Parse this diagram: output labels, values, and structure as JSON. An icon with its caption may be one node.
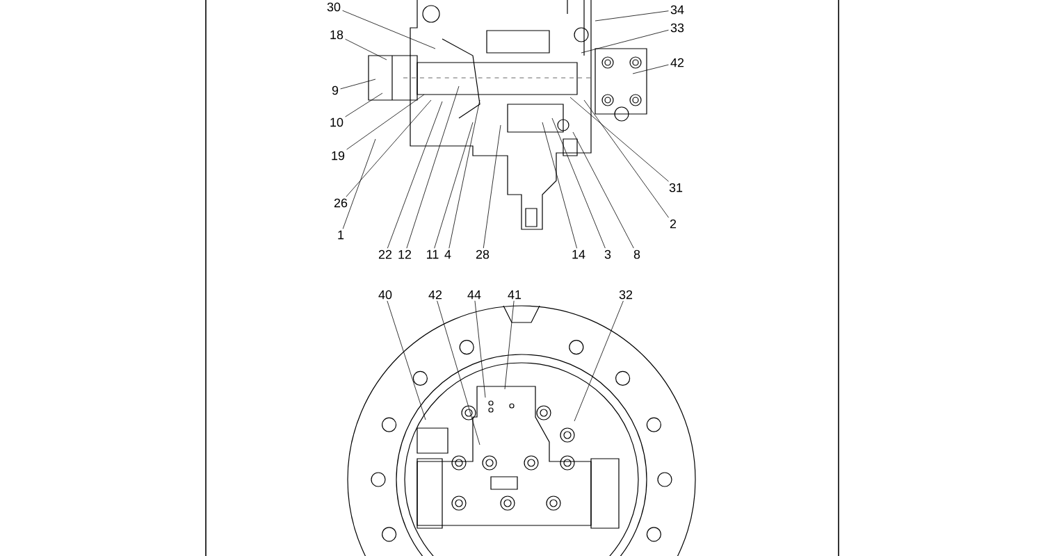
{
  "diagram": {
    "nodes": [
      {
        "text": [
          "30"
        ]
      },
      {
        "text": [
          "18"
        ]
      },
      {
        "text": [
          "9"
        ]
      },
      {
        "text": [
          "10"
        ]
      },
      {
        "text": [
          "19"
        ]
      },
      {
        "text": [
          "26"
        ]
      },
      {
        "text": [
          "1"
        ]
      },
      {
        "text": [
          "22"
        ]
      },
      {
        "text": [
          "12"
        ]
      },
      {
        "text": [
          "11"
        ]
      },
      {
        "text": [
          "4"
        ]
      },
      {
        "text": [
          "28"
        ]
      },
      {
        "text": [
          "14"
        ]
      },
      {
        "text": [
          "3"
        ]
      },
      {
        "text": [
          "8"
        ]
      },
      {
        "text": [
          "2"
        ]
      },
      {
        "text": [
          "31"
        ]
      },
      {
        "text": [
          "42"
        ]
      },
      {
        "text": [
          "33"
        ]
      },
      {
        "text": [
          "34"
        ]
      },
      {
        "text": [
          "40"
        ]
      },
      {
        "text": [
          "42"
        ]
      },
      {
        "text": [
          "44"
        ]
      },
      {
        "text": [
          "41"
        ]
      },
      {
        "text": [
          "32"
        ]
      }
    ],
    "edges": [
      {
        "from": 0,
        "to": null,
        "arrow": "none"
      },
      {
        "from": 1,
        "to": null,
        "arrow": "none"
      },
      {
        "from": 2,
        "to": null,
        "arrow": "none"
      },
      {
        "from": 3,
        "to": null,
        "arrow": "none"
      },
      {
        "from": 4,
        "to": null,
        "arrow": "none"
      },
      {
        "from": 5,
        "to": null,
        "arrow": "none"
      },
      {
        "from": 6,
        "to": null,
        "arrow": "none"
      },
      {
        "from": 7,
        "to": null,
        "arrow": "none"
      },
      {
        "from": 8,
        "to": null,
        "arrow": "none"
      },
      {
        "from": 9,
        "to": null,
        "arrow": "none"
      },
      {
        "from": 10,
        "to": null,
        "arrow": "none"
      },
      {
        "from": 11,
        "to": null,
        "arrow": "none"
      },
      {
        "from": 12,
        "to": null,
        "arrow": "none"
      },
      {
        "from": 13,
        "to": null,
        "arrow": "none"
      },
      {
        "from": 14,
        "to": null,
        "arrow": "none"
      },
      {
        "from": 15,
        "to": null,
        "arrow": "none"
      },
      {
        "from": 16,
        "to": null,
        "arrow": "none"
      },
      {
        "from": 17,
        "to": null,
        "arrow": "none"
      },
      {
        "from": 18,
        "to": null,
        "arrow": "none"
      },
      {
        "from": 19,
        "to": null,
        "arrow": "none"
      },
      {
        "from": 20,
        "to": null,
        "arrow": "none"
      },
      {
        "from": 21,
        "to": null,
        "arrow": "none"
      },
      {
        "from": 22,
        "to": null,
        "arrow": "none"
      },
      {
        "from": 23,
        "to": null,
        "arrow": "none"
      },
      {
        "from": 24,
        "to": null,
        "arrow": "none"
      }
    ]
  }
}
